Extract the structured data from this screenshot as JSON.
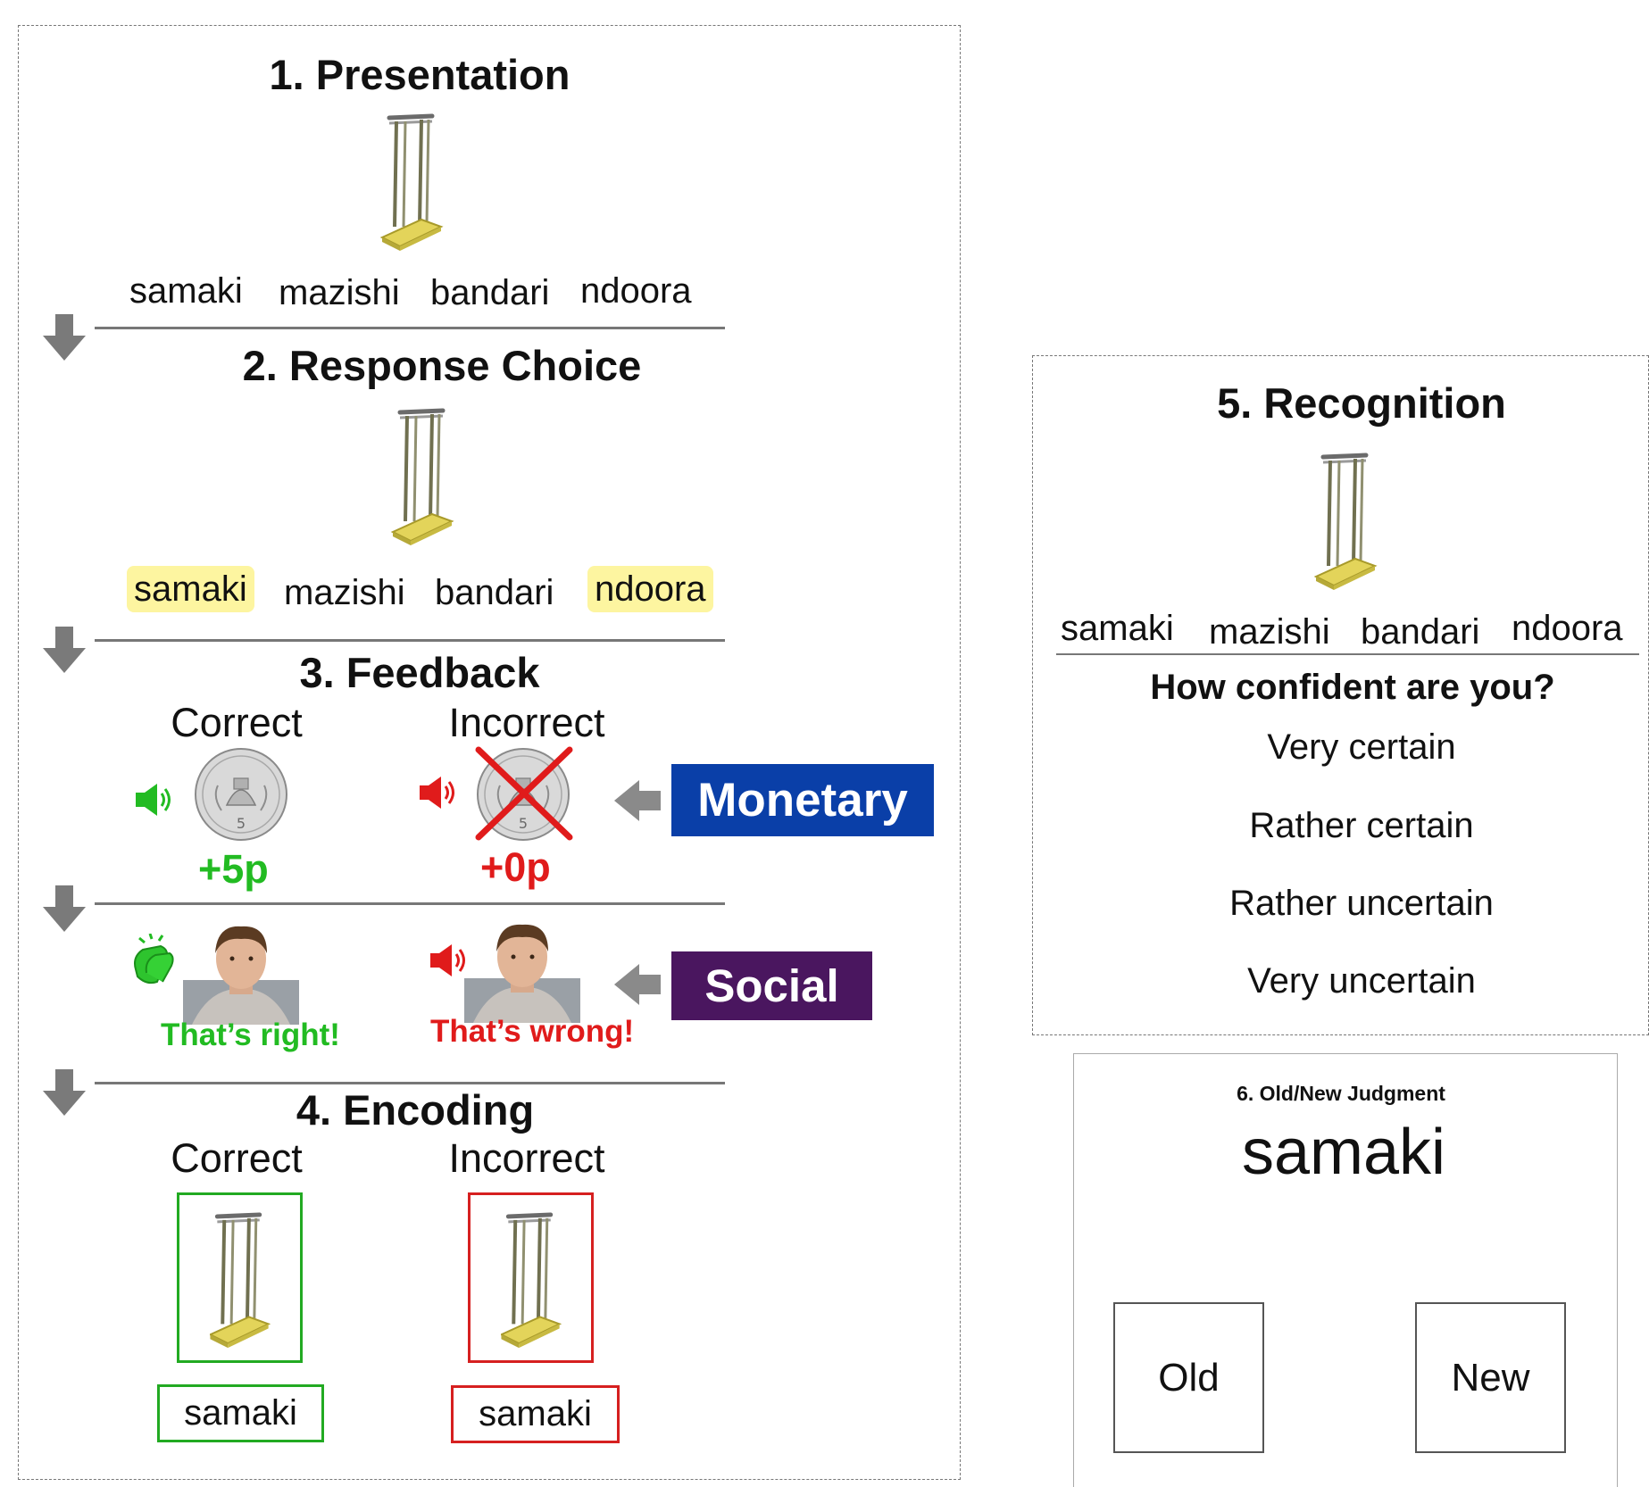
{
  "presentation": {
    "title": "1. Presentation",
    "words": [
      "samaki",
      "mazishi",
      "bandari",
      "ndoora"
    ]
  },
  "response_choice": {
    "title": "2. Response Choice",
    "words": [
      "samaki",
      "mazishi",
      "bandari",
      "ndoora"
    ],
    "highlighted": [
      "samaki",
      "ndoora"
    ]
  },
  "feedback": {
    "title": "3. Feedback",
    "correct_label": "Correct",
    "incorrect_label": "Incorrect",
    "gain": "+5p",
    "no_gain": "+0p",
    "monetary_tag": "Monetary",
    "social_tag": "Social",
    "social_correct": "That’s right!",
    "social_incorrect": "That’s wrong!"
  },
  "encoding": {
    "title": "4. Encoding",
    "correct_label": "Correct",
    "incorrect_label": "Incorrect",
    "correct_word": "samaki",
    "incorrect_word": "samaki"
  },
  "recognition": {
    "title": "5. Recognition",
    "words": [
      "samaki",
      "mazishi",
      "bandari",
      "ndoora"
    ],
    "question": "How confident are you?",
    "options": [
      "Very certain",
      "Rather certain",
      "Rather uncertain",
      "Very uncertain"
    ]
  },
  "old_new": {
    "title": "6. Old/New Judgment",
    "word": "samaki",
    "old_label": "Old",
    "new_label": "New"
  },
  "colors": {
    "monetary": "#0a3fa8",
    "social": "#4a165f",
    "correct": "#22bb22",
    "incorrect": "#e01b1b",
    "highlight": "#fdf5a0"
  }
}
